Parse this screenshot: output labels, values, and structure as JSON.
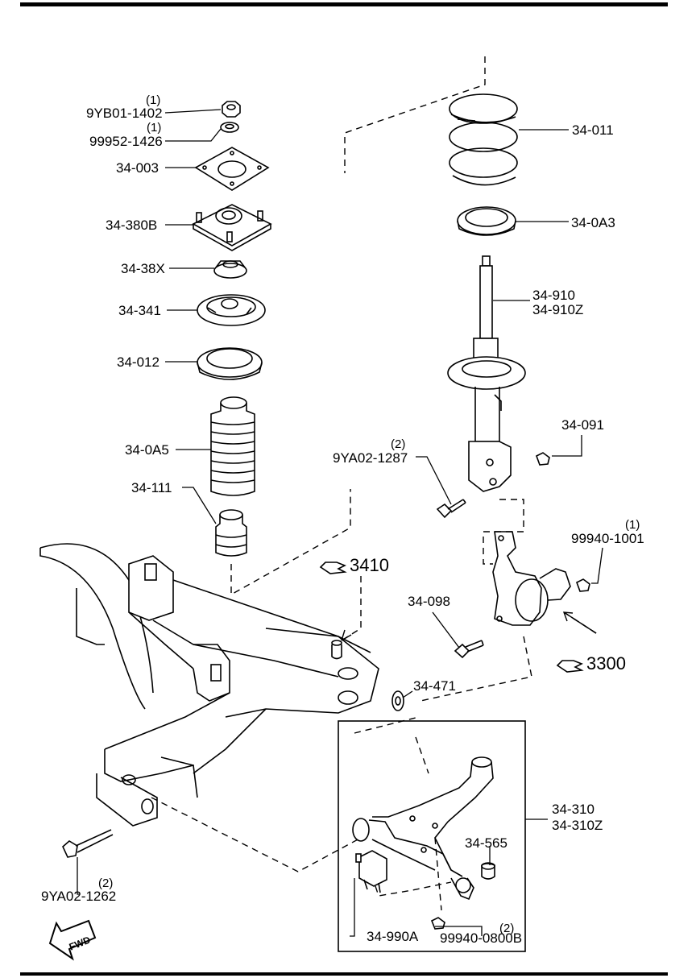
{
  "parts": {
    "nut": {
      "qty": "(1)",
      "code": "9YB01-1402"
    },
    "washer": {
      "qty": "(1)",
      "code": "99952-1426"
    },
    "plate": "34-003",
    "mount": "34-380B",
    "bearing_nut": "34-38X",
    "seat": "34-341",
    "insulator": "34-012",
    "boot": "34-0A5",
    "bump_stop": "34-111",
    "spring": "34-011",
    "lower_seat": "34-0A3",
    "strut": [
      "34-910",
      "34-910Z"
    ],
    "strut_bolt": {
      "qty": "(2)",
      "code": "9YA02-1287"
    },
    "strut_nut": "34-091",
    "knuckle_nut": {
      "qty": "(1)",
      "code": "99940-1001"
    },
    "knuckle_bolt": "34-098",
    "bushing": "34-471",
    "arm": [
      "34-310",
      "34-310Z"
    ],
    "ball_joint_boot": "34-565",
    "arm_bushing": "34-990A",
    "arm_nut": {
      "qty": "(2)",
      "code": "99940-0800B"
    },
    "frame_bolt": {
      "qty": "(2)",
      "code": "9YA02-1262"
    }
  },
  "refs": {
    "crossmember": "3410",
    "knuckle": "3300"
  },
  "fwd": "FWD"
}
